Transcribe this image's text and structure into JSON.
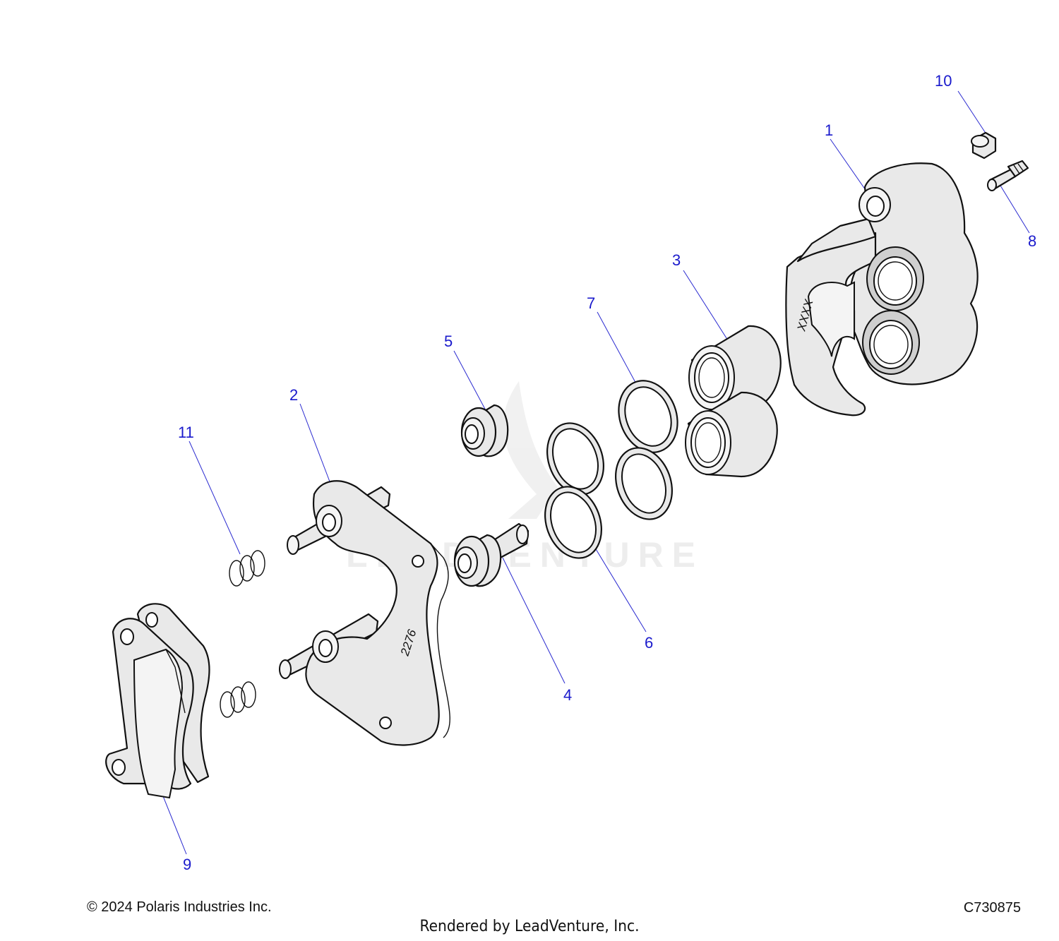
{
  "diagram": {
    "callouts": [
      "1",
      "2",
      "3",
      "4",
      "5",
      "6",
      "7",
      "8",
      "9",
      "10",
      "11"
    ],
    "part_markings": [
      "2276",
      "XXXX"
    ],
    "watermark": "LEADVENTURE",
    "colors": {
      "callout": "#1a1acc",
      "leader": "#2a2ad0",
      "part_fill": "#e9e9e9",
      "outline": "#111111"
    }
  },
  "footer": {
    "copyright": "© 2024 Polaris Industries Inc.",
    "drawing_code": "C730875",
    "rendered_by": "Rendered by LeadVenture, Inc."
  }
}
